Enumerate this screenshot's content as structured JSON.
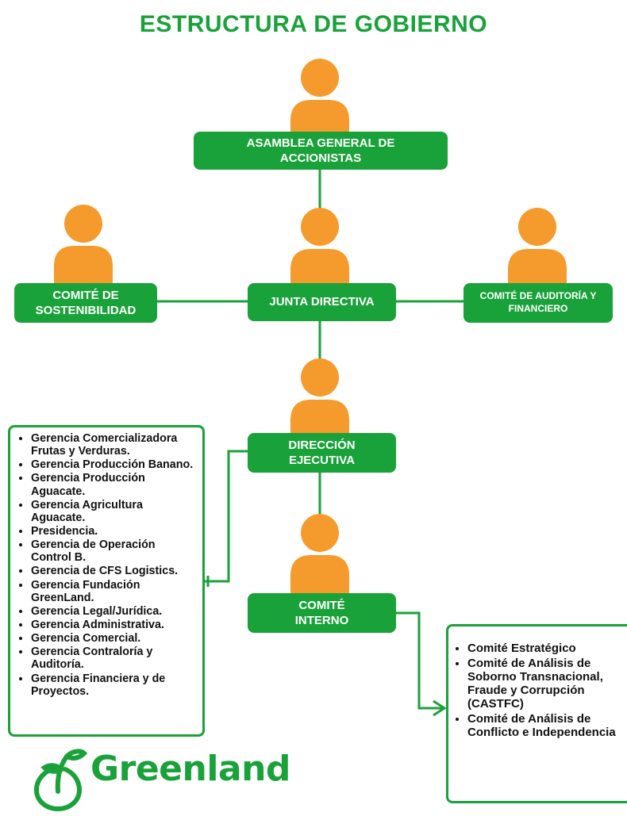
{
  "title": "ESTRUCTURA DE GOBIERNO",
  "colors": {
    "green": "#1aa23a",
    "orange": "#f59a2c",
    "text": "#ffffff"
  },
  "icons": {
    "person": "person-icon",
    "logo": "greenland-sprout-icon",
    "arrow": "arrow-right-icon"
  },
  "nodes": {
    "asamblea": {
      "line1": "ASAMBLEA GENERAL DE",
      "line2": "ACCIONISTAS"
    },
    "sostenibilidad": {
      "line1": "COMITÉ DE",
      "line2": "SOSTENIBILIDAD"
    },
    "junta": {
      "line1": "JUNTA DIRECTIVA"
    },
    "auditoria": {
      "line1": "COMITÉ DE AUDITORÍA Y",
      "line2": "FINANCIERO"
    },
    "direccion": {
      "line1": "DIRECCIÓN",
      "line2": "EJECUTIVA"
    },
    "comite_interno": {
      "line1": "COMITÉ",
      "line2": "INTERNO"
    }
  },
  "gerencias": [
    "Gerencia Comercializadora Frutas y Verduras.",
    "Gerencia Producción Banano.",
    "Gerencia Producción Aguacate.",
    "Gerencia Agricultura Aguacate.",
    "Presidencia.",
    "Gerencia de Operación Control B.",
    "Gerencia de CFS Logistics.",
    "Gerencia Fundación GreenLand.",
    "Gerencia Legal/Jurídica.",
    "Gerencia Administrativa.",
    "Gerencia Comercial.",
    "Gerencia Contraloría y Auditoría.",
    "Gerencia Financiera y de Proyectos."
  ],
  "comites": [
    "Comité Estratégico",
    "Comité de Análisis de Soborno Transnacional, Fraude y Corrupción (CASTFC)",
    "Comité de Análisis de Conflicto e Independencia"
  ],
  "logo": {
    "text": "Greenland"
  }
}
